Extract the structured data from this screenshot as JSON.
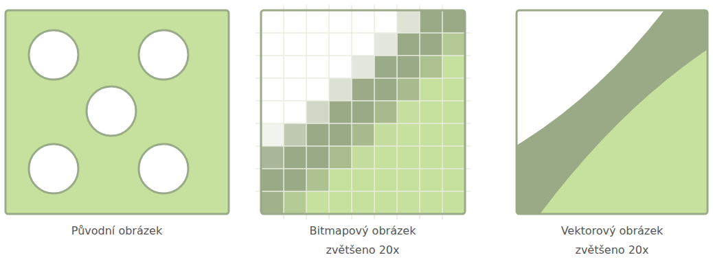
{
  "diagram": {
    "labels": [
      "Původní obrázek",
      "Bitmapový obrázek zvětšeno 20x",
      "Vektorový obrázek zvětšeno 20x"
    ]
  }
}
